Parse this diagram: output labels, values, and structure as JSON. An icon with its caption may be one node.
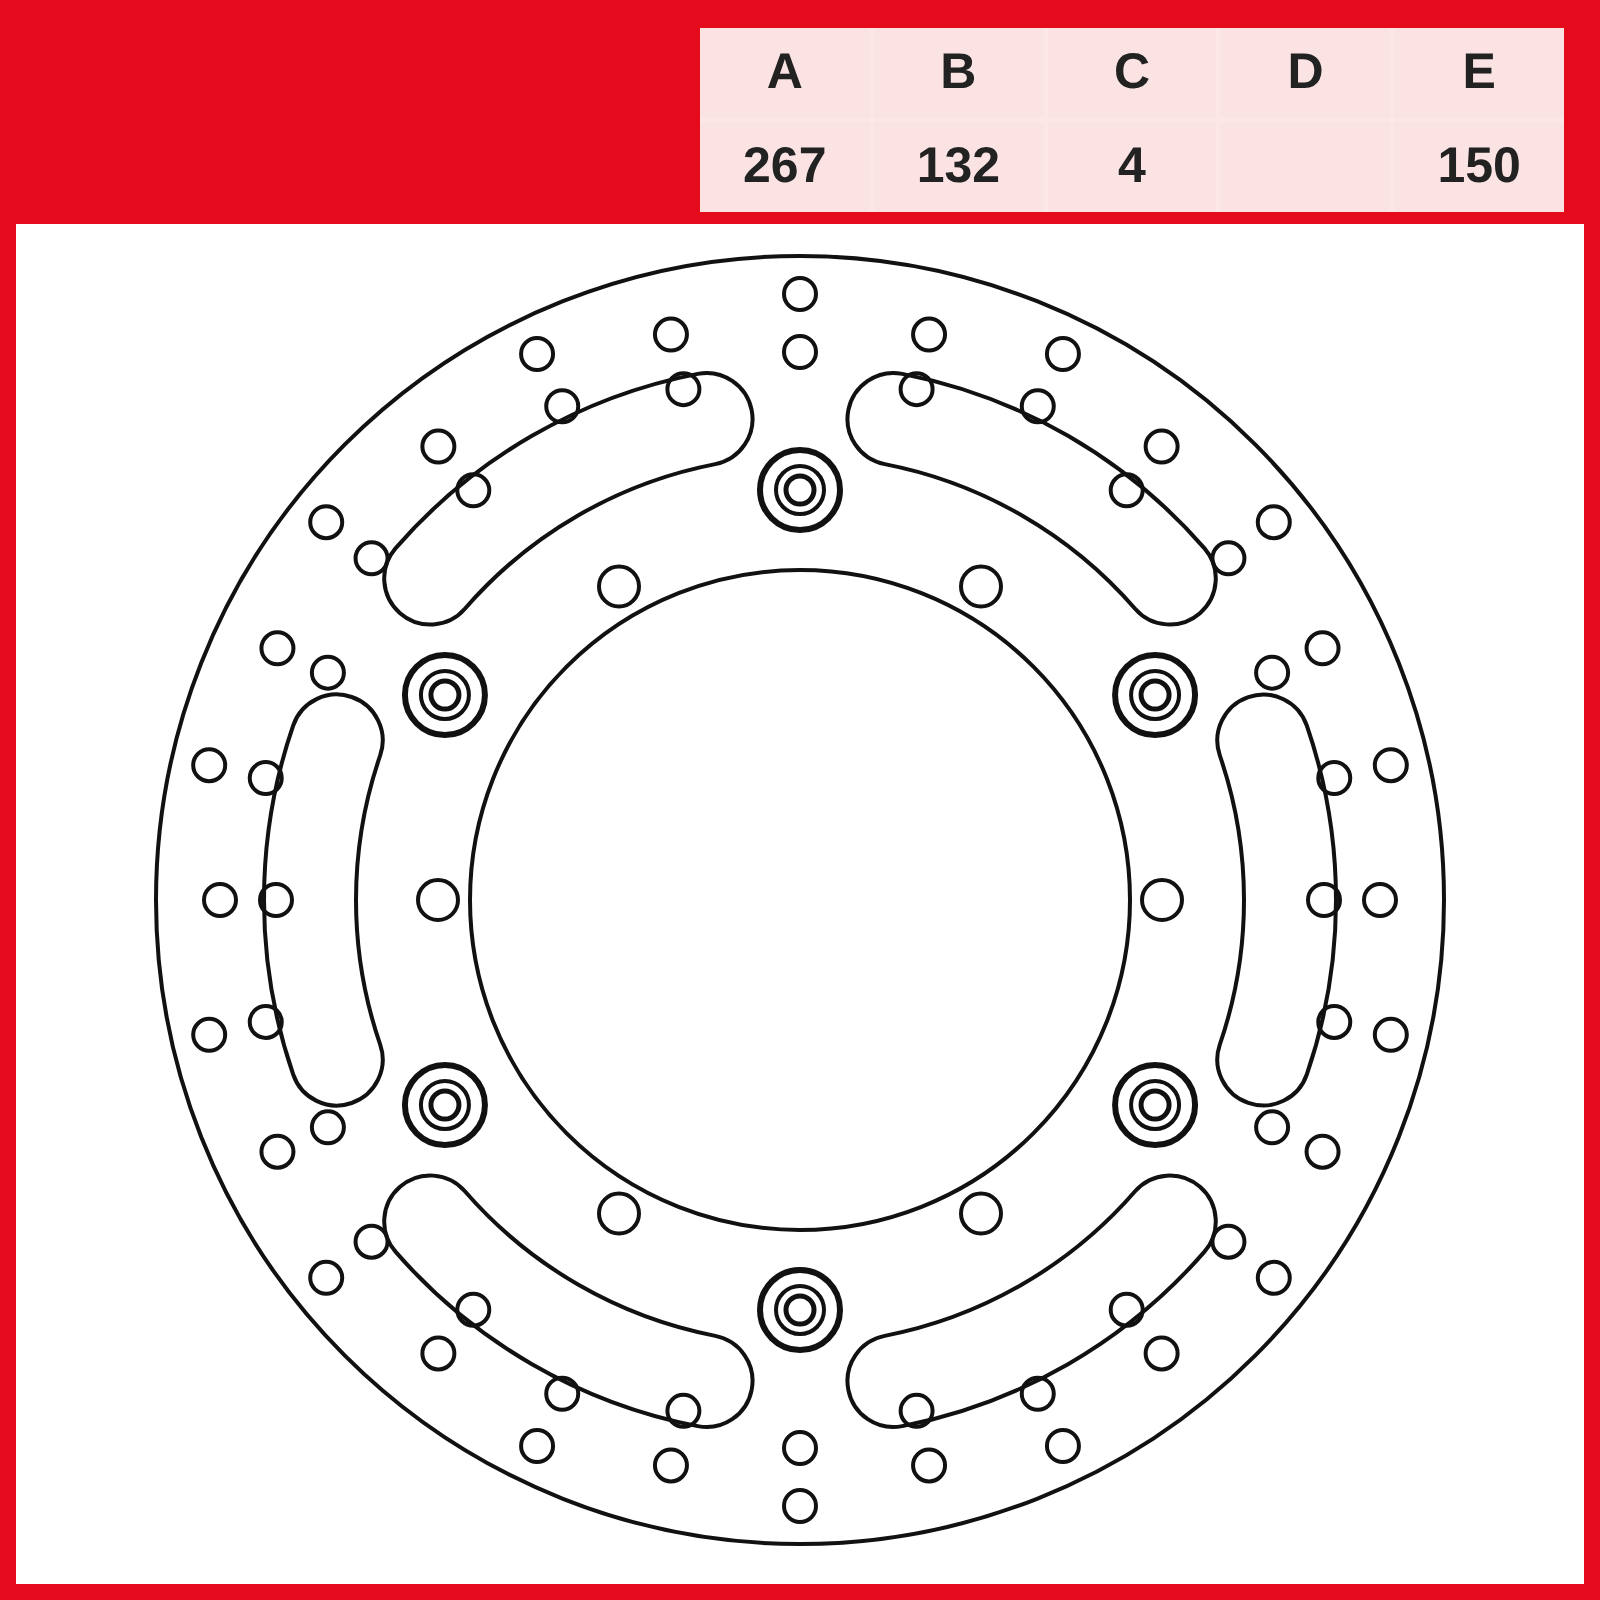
{
  "diagram": {
    "labels": [
      "A",
      "B",
      "C",
      "D",
      "E",
      "267",
      "132",
      "4",
      "150"
    ]
  }
}
